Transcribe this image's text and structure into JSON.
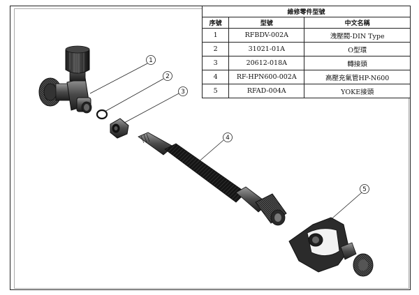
{
  "table": {
    "title": "維修零件型號",
    "headers": [
      "序號",
      "型號",
      "中文名稱"
    ],
    "rows": [
      {
        "no": "1",
        "model": "RFBDV-002A",
        "name": "洩壓閥-DIN Type"
      },
      {
        "no": "2",
        "model": "31021-01A",
        "name": "O型環"
      },
      {
        "no": "3",
        "model": "20612-018A",
        "name": "轉接頭"
      },
      {
        "no": "4",
        "model": "RF-HPN600-002A",
        "name": "高壓充氣管HP-N600"
      },
      {
        "no": "5",
        "model": "RFAD-004A",
        "name": "YOKE接頭"
      }
    ]
  },
  "callouts": [
    "1",
    "2",
    "3",
    "4",
    "5"
  ],
  "colors": {
    "line": "#222222",
    "dark_metal": "#2b2b2b",
    "hose": "#1a1a1a",
    "knob": "#3a3a3a"
  }
}
